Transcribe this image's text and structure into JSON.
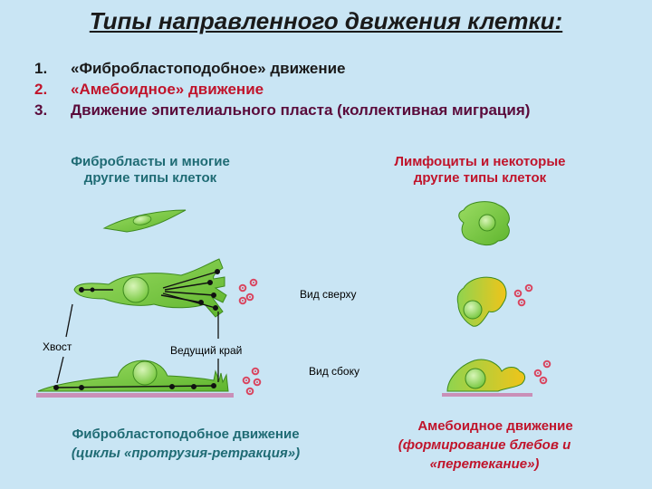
{
  "title": "Типы направленного движения клетки:",
  "list": [
    {
      "num": "1.",
      "text": "«Фибробластоподобное» движение",
      "color": "#1a1a1a"
    },
    {
      "num": "2.",
      "text": "«Амебоидное» движение",
      "color": "#c0142b"
    },
    {
      "num": "3.",
      "text": "Движение эпителиального пласта (коллективная миграция)",
      "color": "#5a0a3a"
    }
  ],
  "left_heading": {
    "line1": "Фибробласты и многие",
    "line2": "другие типы клеток"
  },
  "right_heading": {
    "line1": "Лимфоциты и некоторые",
    "line2": "другие типы клеток"
  },
  "labels": {
    "top_view": "Вид сверху",
    "side_view": "Вид сбоку",
    "tail": "Хвост",
    "leading_edge": "Ведущий край"
  },
  "left_caption": {
    "line1": "Фибробластоподобное движение",
    "line2": "(циклы «протрузия-ретракция»)"
  },
  "right_caption": {
    "line1": "Амебоидное движение",
    "line2": "(формирование блебов и",
    "line3": "«перетекание»)"
  },
  "colors": {
    "background": "#c9e5f4",
    "cell_fill": "#7ac943",
    "cell_stroke": "#3d8a1e",
    "nucleus": "#a8e07a",
    "substrate": "#c98fb8",
    "signal": "#d9455f"
  }
}
